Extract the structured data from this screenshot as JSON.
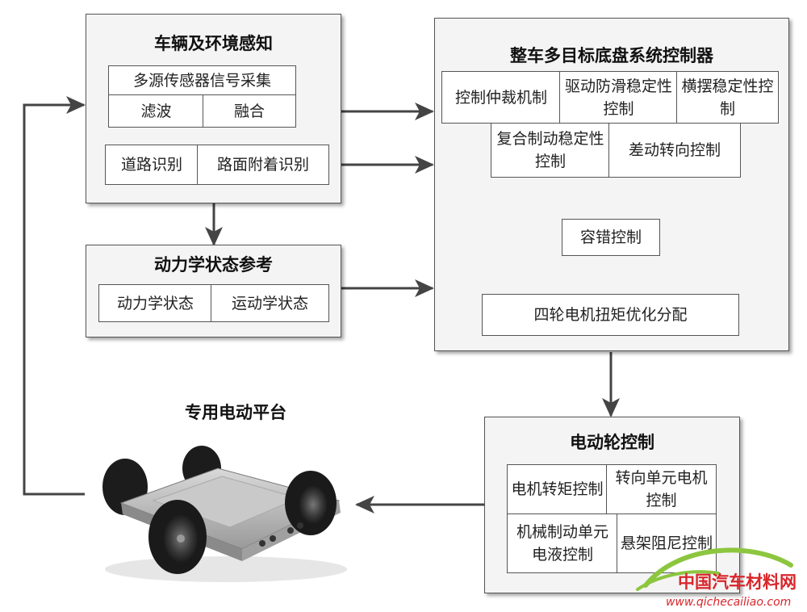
{
  "perception": {
    "title": "车辆及环境感知",
    "sensor_header": "多源传感器信号采集",
    "filter": "滤波",
    "fusion": "融合",
    "road_id": "道路识别",
    "adhesion_id": "路面附着识别"
  },
  "dynamics": {
    "title": "动力学状态参考",
    "dynamic_state": "动力学状态",
    "kinematic_state": "运动学状态"
  },
  "controller": {
    "title": "整车多目标底盘系统控制器",
    "cells": {
      "arbitration": "控制仲裁机制",
      "anti_slip": "驱动防滑稳定性控制",
      "yaw": "横摆稳定性控制",
      "composite_brake": "复合制动稳定性控制",
      "diff_steer": "差动转向控制",
      "fault_tolerant": "容错控制",
      "torque_alloc": "四轮电机扭矩优化分配"
    }
  },
  "wheel": {
    "title": "电动轮控制",
    "cells": {
      "motor_torque": "电机转矩控制",
      "steer_unit": "转向单元电机控制",
      "mech_brake": "机械制动单元电液控制",
      "suspension": "悬架阻尼控制"
    }
  },
  "platform_label": "专用电动平台",
  "watermark": {
    "name": "中国汽车材料网",
    "url": "www.qichecailiao.com"
  },
  "colors": {
    "arrow": "#444444",
    "watermark_red": "#d8262b",
    "watermark_green": "#8cc63f"
  }
}
